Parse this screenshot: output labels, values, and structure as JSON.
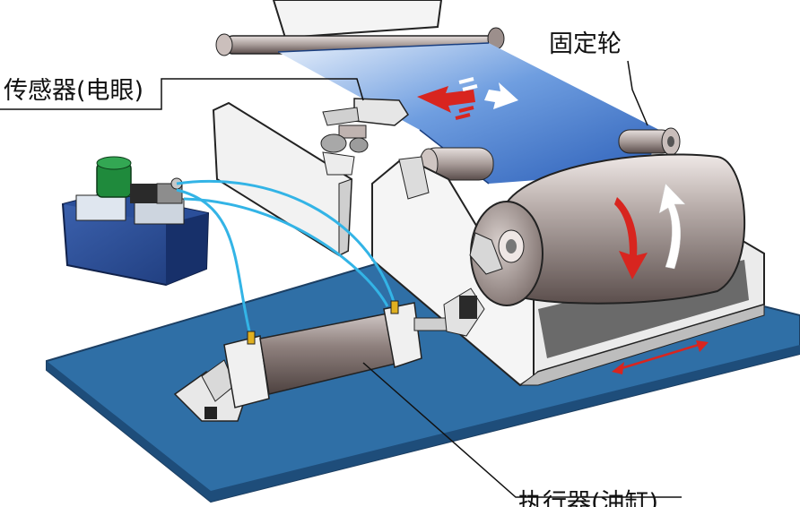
{
  "labels": {
    "sensor": "传感器(电眼)",
    "fixed_wheel": "固定轮",
    "actuator": "执行器(油缸)"
  },
  "colors": {
    "base_plate": "#2f6fa6",
    "film": "#3b73c4",
    "drum": "#8a7a78",
    "hose": "#33b4e6",
    "pump_green": "#1f8a3c",
    "arrow_red": "#d8251f"
  }
}
